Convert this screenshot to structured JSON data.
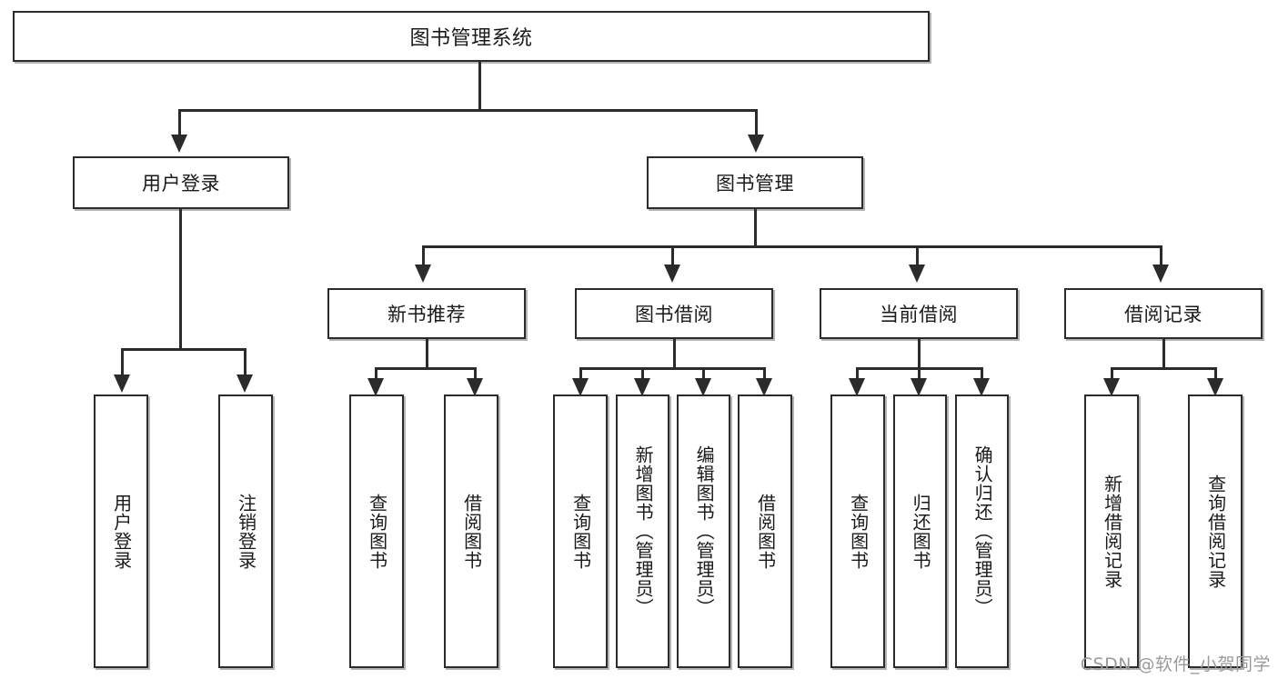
{
  "diagram": {
    "type": "tree",
    "title": "图书管理系统",
    "root": {
      "label": "图书管理系统"
    },
    "level2": [
      {
        "id": "user-login",
        "label": "用户登录"
      },
      {
        "id": "book-manage",
        "label": "图书管理"
      }
    ],
    "level3": [
      {
        "id": "new-book-recommend",
        "label": "新书推荐",
        "parent": "book-manage"
      },
      {
        "id": "book-borrow",
        "label": "图书借阅",
        "parent": "book-manage"
      },
      {
        "id": "current-borrow",
        "label": "当前借阅",
        "parent": "book-manage"
      },
      {
        "id": "borrow-record",
        "label": "借阅记录",
        "parent": "book-manage"
      }
    ],
    "leaves": [
      {
        "id": "leaf-user-login",
        "label": "用户登录",
        "parent": "user-login"
      },
      {
        "id": "leaf-logout-login",
        "label": "注销登录",
        "parent": "user-login"
      },
      {
        "id": "leaf-query-book-1",
        "label": "查询图书",
        "parent": "new-book-recommend"
      },
      {
        "id": "leaf-borrow-book-1",
        "label": "借阅图书",
        "parent": "new-book-recommend"
      },
      {
        "id": "leaf-query-book-2",
        "label": "查询图书",
        "parent": "book-borrow"
      },
      {
        "id": "leaf-add-book",
        "label": "新增图书（管理员）",
        "parent": "book-borrow"
      },
      {
        "id": "leaf-edit-book",
        "label": "编辑图书（管理员）",
        "parent": "book-borrow"
      },
      {
        "id": "leaf-borrow-book-2",
        "label": "借阅图书",
        "parent": "book-borrow"
      },
      {
        "id": "leaf-query-book-3",
        "label": "查询图书",
        "parent": "current-borrow"
      },
      {
        "id": "leaf-return-book",
        "label": "归还图书",
        "parent": "current-borrow"
      },
      {
        "id": "leaf-confirm-return",
        "label": "确认归还（管理员）",
        "parent": "current-borrow"
      },
      {
        "id": "leaf-add-record",
        "label": "新增借阅记录",
        "parent": "borrow-record"
      },
      {
        "id": "leaf-query-record",
        "label": "查询借阅记录",
        "parent": "borrow-record"
      }
    ],
    "colors": {
      "border": "#2b2b2b",
      "shadow": "#b3b3b3",
      "background": "#ffffff",
      "text": "#1a1a1a",
      "watermark": "#9a9a9a"
    }
  },
  "watermark": {
    "text": "CSDN @软件_小贺同学"
  }
}
